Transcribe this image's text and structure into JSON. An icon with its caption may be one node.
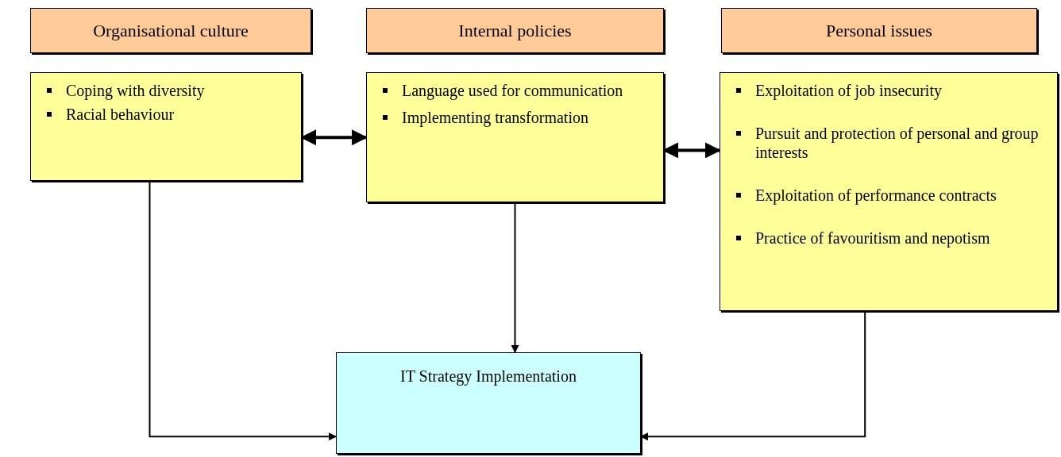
{
  "diagram": {
    "nodes": [
      {
        "text": [
          "Organisational culture"
        ]
      },
      {
        "text": [
          "Internal policies"
        ]
      },
      {
        "text": [
          "Personal issues"
        ]
      },
      {
        "text": [
          "Coping with diversity",
          "Racial behaviour"
        ]
      },
      {
        "text": [
          "Language used for communication",
          "Implementing transformation"
        ]
      },
      {
        "text": [
          "Exploitation of job insecurity",
          "Pursuit and protection of personal and group interests",
          "Exploitation of performance contracts",
          "Practice of favouritism and nepotism"
        ]
      },
      {
        "text": [
          "IT Strategy Implementation"
        ]
      }
    ],
    "edges": [
      {
        "from": 3,
        "to": 4,
        "arrow": "both"
      },
      {
        "from": 4,
        "to": 5,
        "arrow": "both"
      },
      {
        "from": 4,
        "to": 6,
        "arrow": "to"
      },
      {
        "from": 3,
        "to": 6,
        "arrow": "to"
      },
      {
        "from": 5,
        "to": 6,
        "arrow": "to"
      }
    ]
  }
}
